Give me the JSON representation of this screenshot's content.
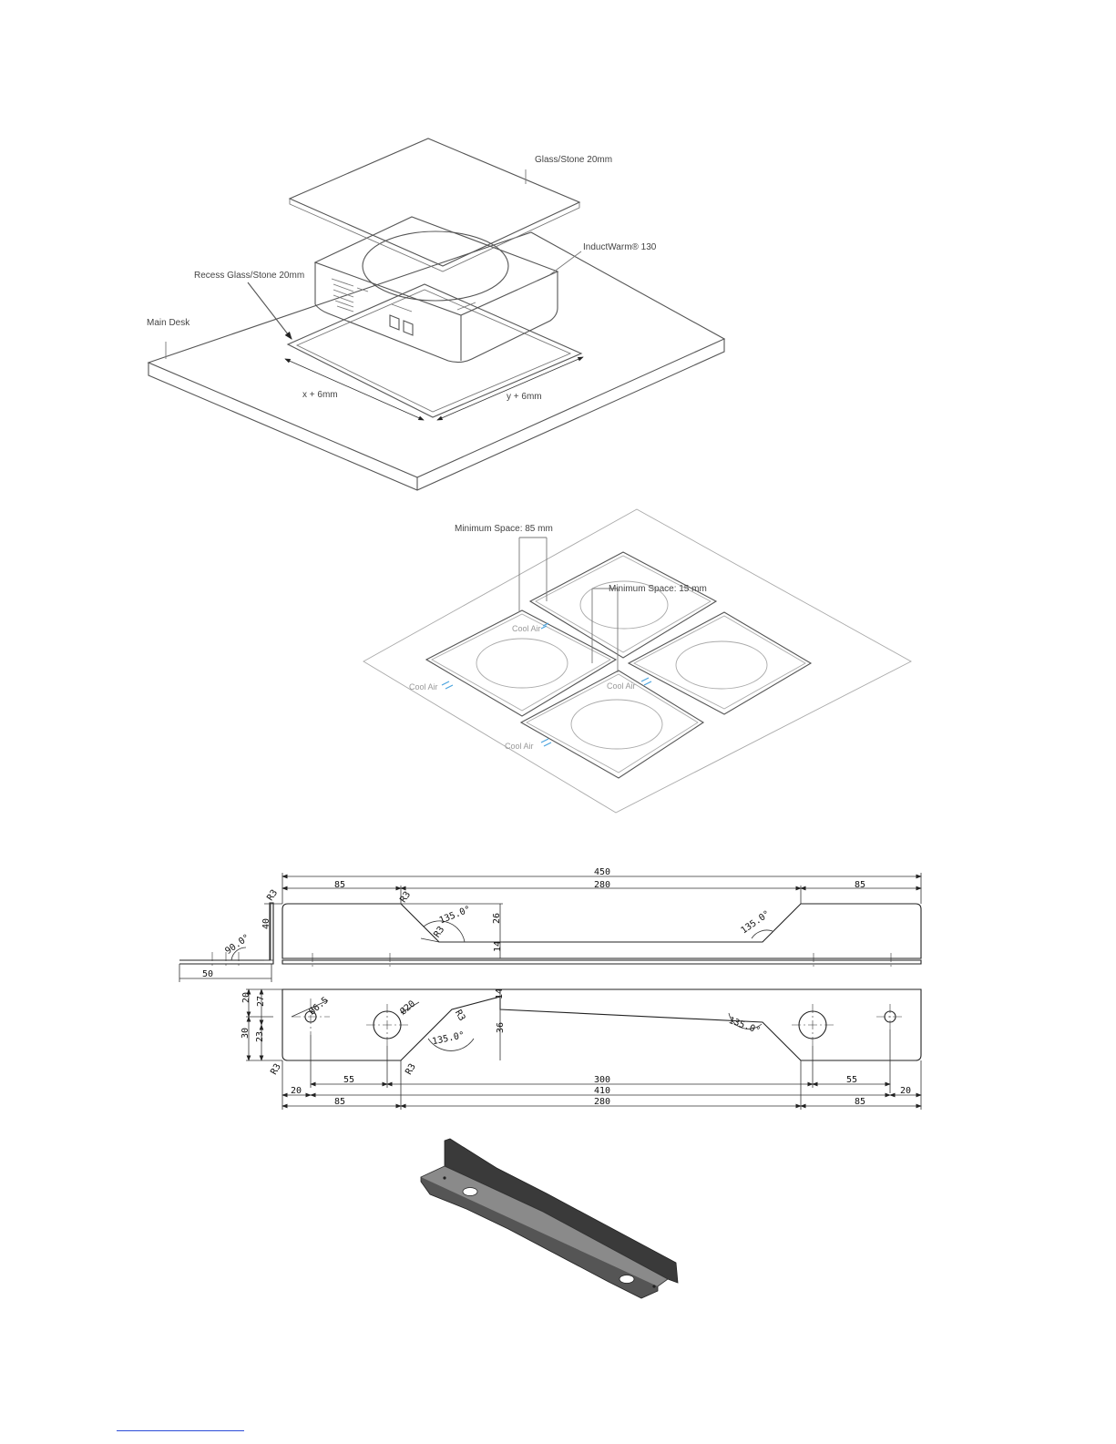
{
  "figure1": {
    "glass_label": "Glass/Stone 20mm",
    "product_label": "InductWarm® 130",
    "recess_label": "Recess Glass/Stone 20mm",
    "desk_label": "Main Desk",
    "x_dim": "x + 6mm",
    "y_dim": "y + 6mm"
  },
  "figure2": {
    "min_space_85": "Minimum Space: 85 mm",
    "min_space_15": "Minimum Space: 15 mm",
    "cool_air": "Cool Air"
  },
  "figure3": {
    "top": {
      "total": "450",
      "left": "85",
      "middle": "280",
      "right": "85",
      "h40": "40",
      "h26": "26",
      "h14": "14",
      "w50": "50",
      "ang90": "90.0°",
      "ang135a": "135.0°",
      "ang135b": "135.0°",
      "r3a": "R3",
      "r3b": "R3",
      "r3c": "R3"
    },
    "bottom": {
      "h20": "20",
      "h27": "27",
      "h30": "30",
      "h23": "23",
      "h14": "14",
      "h36": "36",
      "d65": "Ø6.5",
      "d20": "Ø20",
      "ang135a": "135.0°",
      "ang135b": "135.0°",
      "r3a": "R3",
      "r3b": "R3",
      "r3c": "R3",
      "d20l": "20",
      "d55l": "55",
      "d300": "300",
      "d55r": "55",
      "d410": "410",
      "d20r": "20",
      "d85l": "85",
      "d280": "280",
      "d85r": "85"
    }
  }
}
